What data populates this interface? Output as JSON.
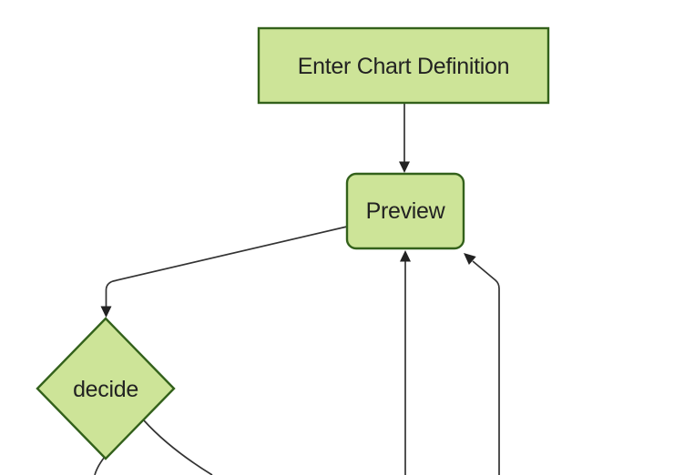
{
  "diagram": {
    "type": "flowchart",
    "background": "#ffffff",
    "nodes": [
      {
        "id": "enter-chart-definition",
        "label": "Enter Chart Definition",
        "shape": "rectangle"
      },
      {
        "id": "preview",
        "label": "Preview",
        "shape": "rounded-rectangle"
      },
      {
        "id": "decide",
        "label": "decide",
        "shape": "diamond"
      }
    ],
    "edges": [
      {
        "from": "enter-chart-definition",
        "to": "preview",
        "arrow": "down"
      },
      {
        "from": "preview",
        "to": "decide",
        "arrow": "down"
      },
      {
        "from": "decide",
        "to": "offscreen-bottom-left",
        "arrow": "cut-off"
      },
      {
        "from": "decide",
        "to": "offscreen-bottom-right",
        "arrow": "cut-off"
      },
      {
        "from": "offscreen-bottom",
        "to": "preview",
        "arrow": "up"
      },
      {
        "from": "offscreen-bottom-right",
        "to": "preview",
        "arrow": "up-left"
      }
    ]
  },
  "colors": {
    "background": "#ffffff",
    "node_fill": "#cde498",
    "node_stroke": "#33611b",
    "edge": "#333333",
    "arrowhead": "#222222",
    "text": "#222222"
  }
}
